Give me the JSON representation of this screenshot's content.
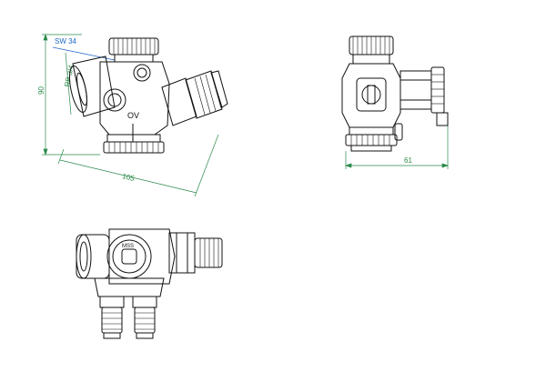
{
  "colors": {
    "line": "#111111",
    "dimension": "#2a8a4a",
    "callout": "#1e66c8",
    "background": "#ffffff"
  },
  "views": {
    "side": {
      "dim_height": "90",
      "dim_length": "105",
      "thread_label": "RP 3/4",
      "wrench_label": "SW 34",
      "body_mark": "OV"
    },
    "front": {
      "dim_width": "61"
    },
    "top": {
      "cap_mark": "MSS"
    }
  }
}
